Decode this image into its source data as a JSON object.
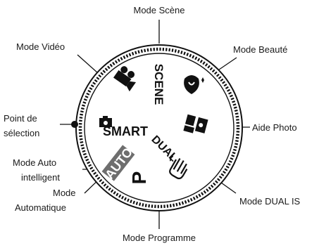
{
  "colors": {
    "ink": "#111111",
    "dial_fill": "#ffffff",
    "auto_badge": "#6e6e6e"
  },
  "callouts": {
    "scene": "Mode Scène",
    "video": "Mode Vidéo",
    "beauty": "Mode Beauté",
    "select_point_line1": "Point de",
    "select_point_line2": "sélection",
    "photo_help": "Aide Photo",
    "smart_auto_line1": "Mode Auto",
    "smart_auto_line2": "intelligent",
    "dual_is": "Mode DUAL IS",
    "auto_line1": "Mode",
    "auto_line2": "Automatique",
    "program": "Mode Programme"
  },
  "dial": {
    "scene": "SCENE",
    "smart": "SMART",
    "smart_icon": "camera-icon",
    "video_icon": "video-camera-icon",
    "beauty_icon": "beauty-face-icon",
    "photo_help_icon": "photo-help-icon",
    "dual": "DUAL",
    "dual_icon": "hand-shake-icon",
    "auto": "AUTO",
    "program": "P"
  }
}
